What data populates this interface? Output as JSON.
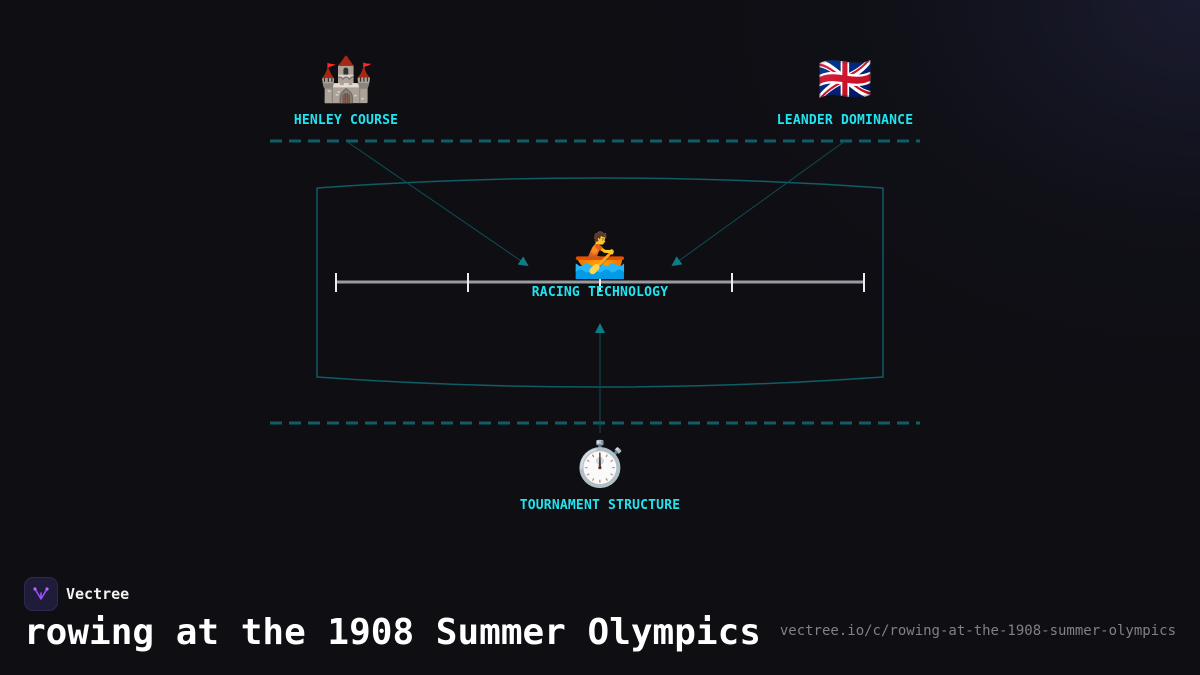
{
  "nodes": {
    "henley": {
      "emoji": "🏰",
      "label": "HENLEY COURSE",
      "icon": "castle-icon"
    },
    "leander": {
      "emoji": "🇬🇧",
      "label": "LEANDER DOMINANCE",
      "icon": "uk-flag-icon"
    },
    "racing": {
      "emoji": "🚣",
      "label": "RACING TECHNOLOGY",
      "icon": "rowing-boat-icon"
    },
    "tournament": {
      "emoji": "⏱️",
      "label": "TOURNAMENT STRUCTURE",
      "icon": "stopwatch-icon"
    }
  },
  "footer": {
    "brand": "Vectree",
    "title": "rowing at the 1908 Summer Olympics",
    "url": "vectree.io/c/rowing-at-the-1908-summer-olympics"
  },
  "colors": {
    "accent": "#22e4f0",
    "line": "#0f6f78",
    "background": "#0e0e13",
    "axis": "#9a9aa2",
    "brand_purple": "#9b4dff"
  }
}
